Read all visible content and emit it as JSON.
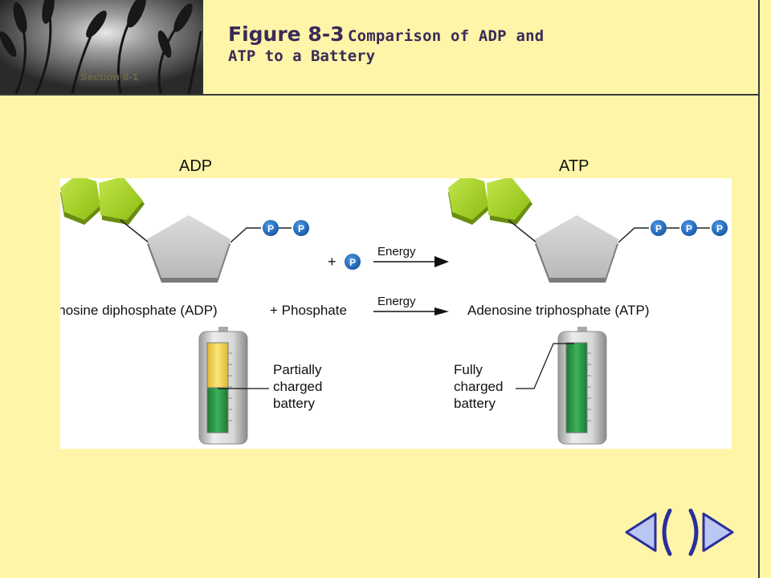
{
  "header": {
    "section_label": "Section 8-1",
    "figure_number": "Figure 8-3",
    "title_line1": "Comparison of ADP and",
    "title_line2": "ATP to a Battery"
  },
  "diagram": {
    "adp_label": "ADP",
    "atp_label": "ATP",
    "phosphate_glyph": "P",
    "plus_sign": "+",
    "energy_label_top": "Energy",
    "energy_label_bottom": "Energy",
    "adp_full_name": "Adenosine diphosphate (ADP)",
    "plus_phosphate": "+ Phosphate",
    "atp_full_name": "Adenosine triphosphate (ATP)",
    "partial_battery": [
      "Partially",
      "charged",
      "battery"
    ],
    "full_battery": [
      "Fully",
      "charged",
      "battery"
    ],
    "partial_charge_fraction": 0.5,
    "full_charge_fraction": 1.0
  },
  "navigation": {
    "back_icon": "back-arrow-icon",
    "forward_icon": "forward-arrow-icon"
  },
  "colors": {
    "background": "#fff5a8",
    "title": "#3a2a58",
    "ring_green": "#a6d41c",
    "sugar_gray": "#c8c8c8",
    "phosphate_blue": "#1f6fc2",
    "battery_green": "#2a9a45",
    "battery_yellow": "#f3d34a",
    "nav_blue": "#b9c7f2",
    "nav_outline": "#2a2e9a"
  }
}
